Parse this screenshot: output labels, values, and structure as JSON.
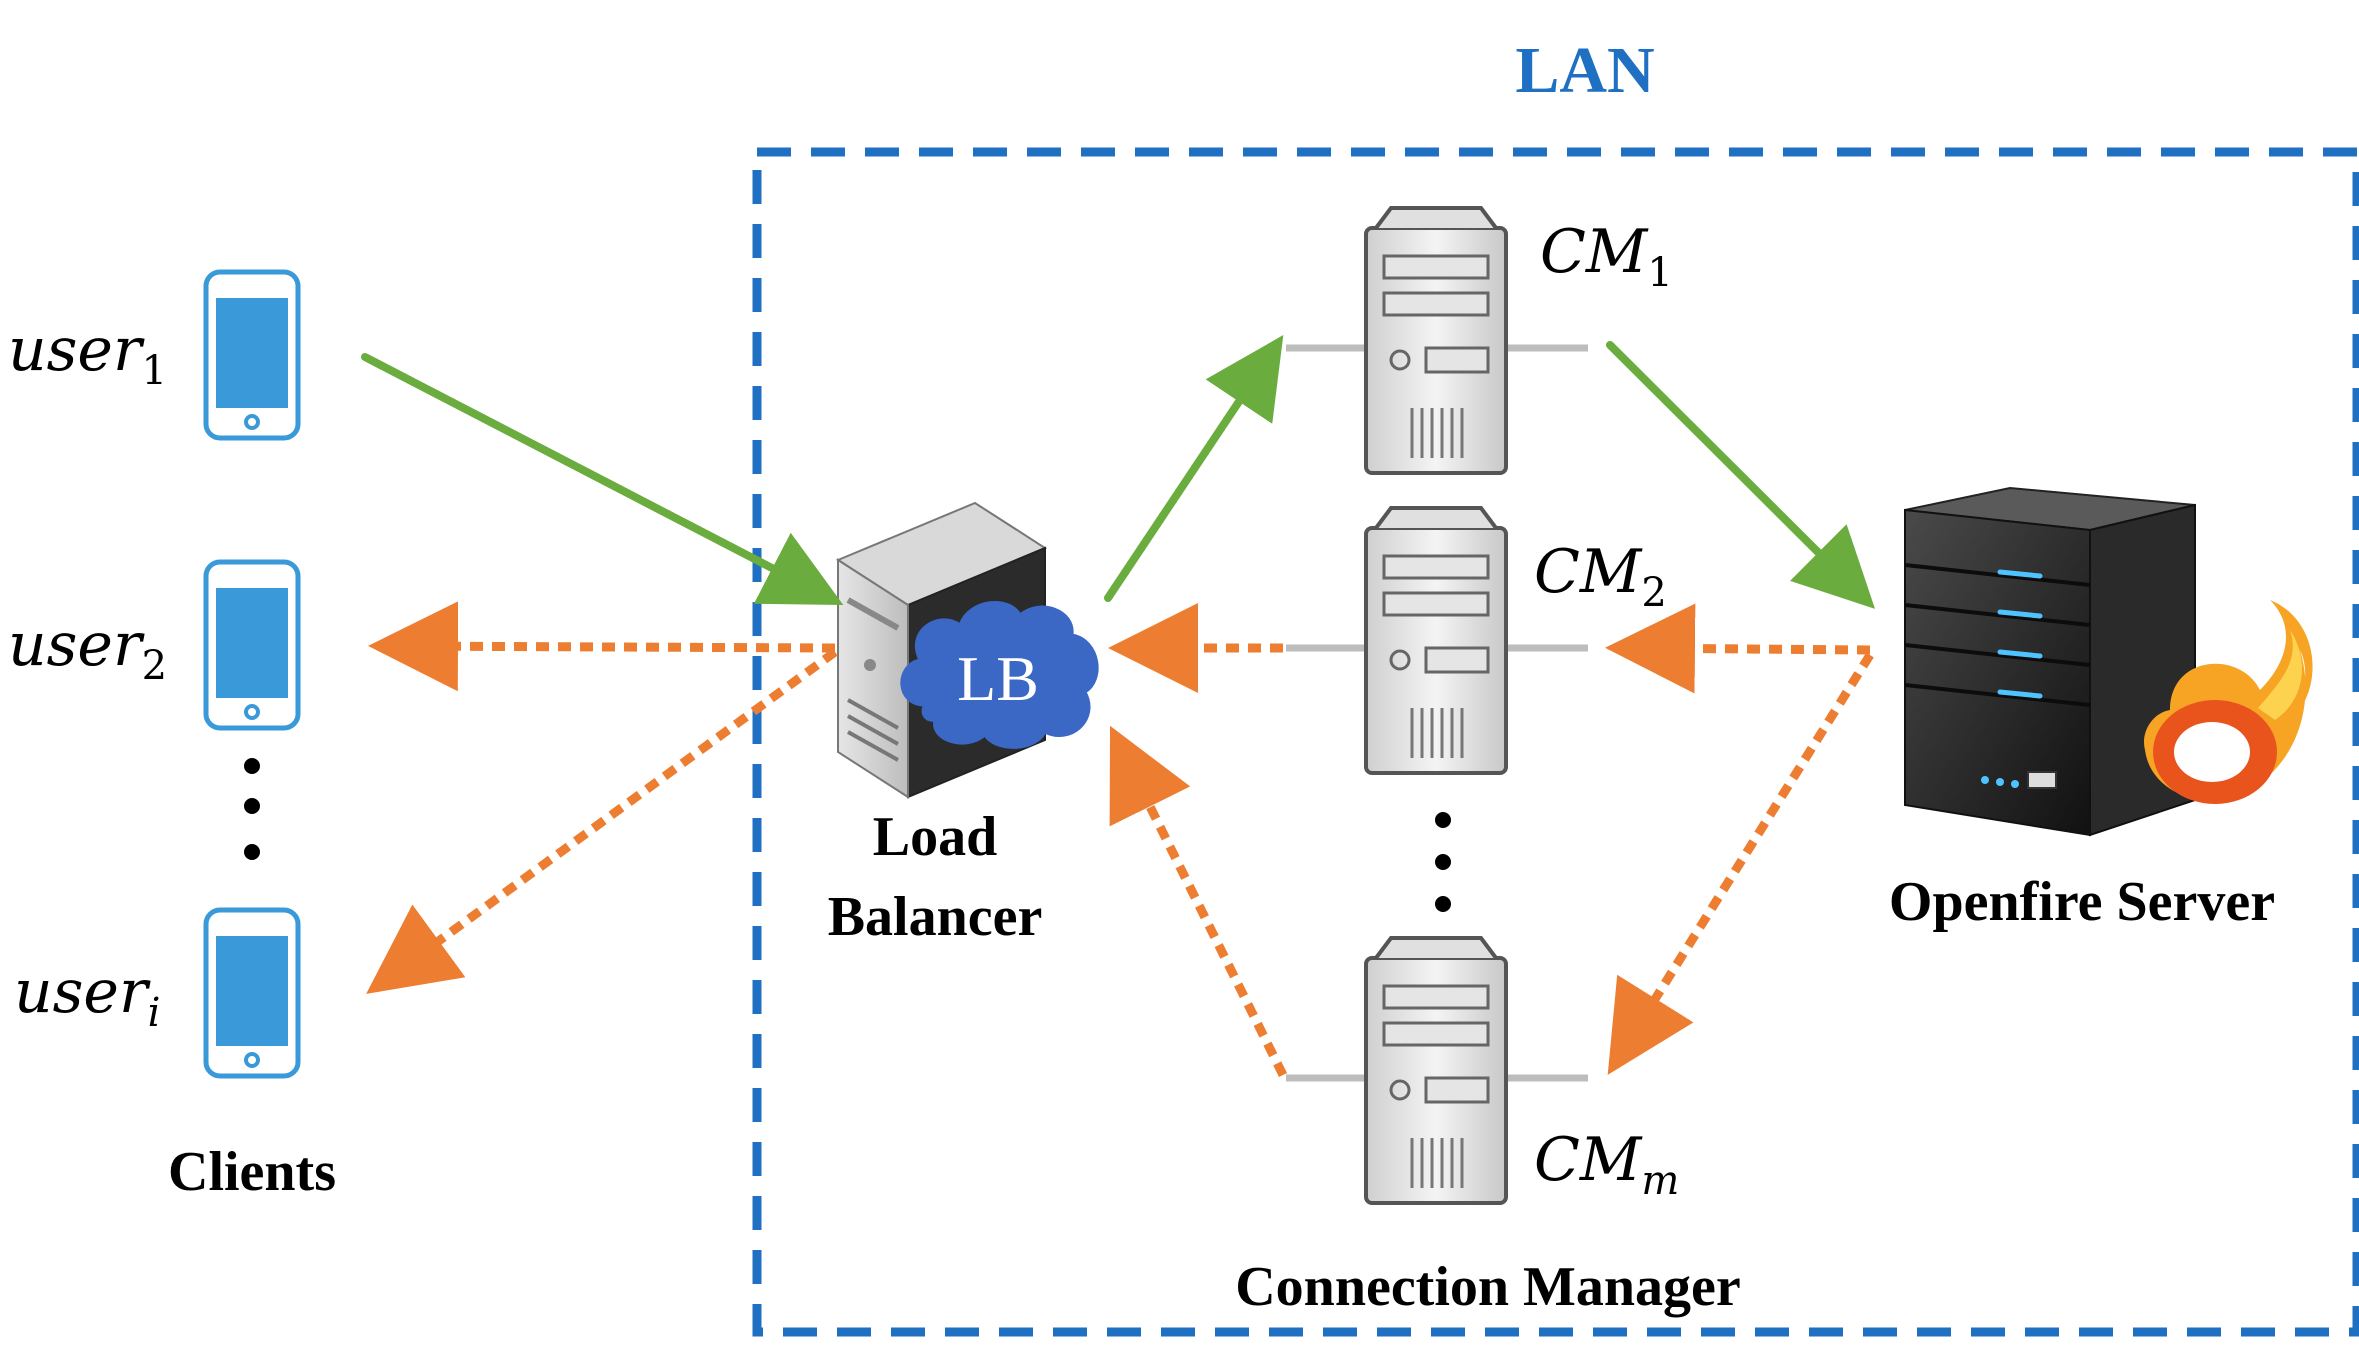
{
  "title": "LAN",
  "clients": {
    "label": "Clients",
    "users": [
      {
        "base": "user",
        "sub": "1"
      },
      {
        "base": "user",
        "sub": "2"
      },
      {
        "base": "user",
        "sub": "i"
      }
    ]
  },
  "load_balancer": {
    "badge": "LB",
    "label_line1": "Load",
    "label_line2": "Balancer"
  },
  "connection_manager": {
    "label": "Connection Manager",
    "nodes": [
      {
        "base": "CM",
        "sub": "1"
      },
      {
        "base": "CM",
        "sub": "2"
      },
      {
        "base": "CM",
        "sub": "m"
      }
    ]
  },
  "openfire": {
    "label": "Openfire Server"
  },
  "colors": {
    "lan_border": "#1f6fc3",
    "request_arrow": "#6aac3e",
    "response_arrow": "#ed7d31",
    "phone": "#3a9ad9",
    "lb_cloud": "#3a68c4"
  }
}
